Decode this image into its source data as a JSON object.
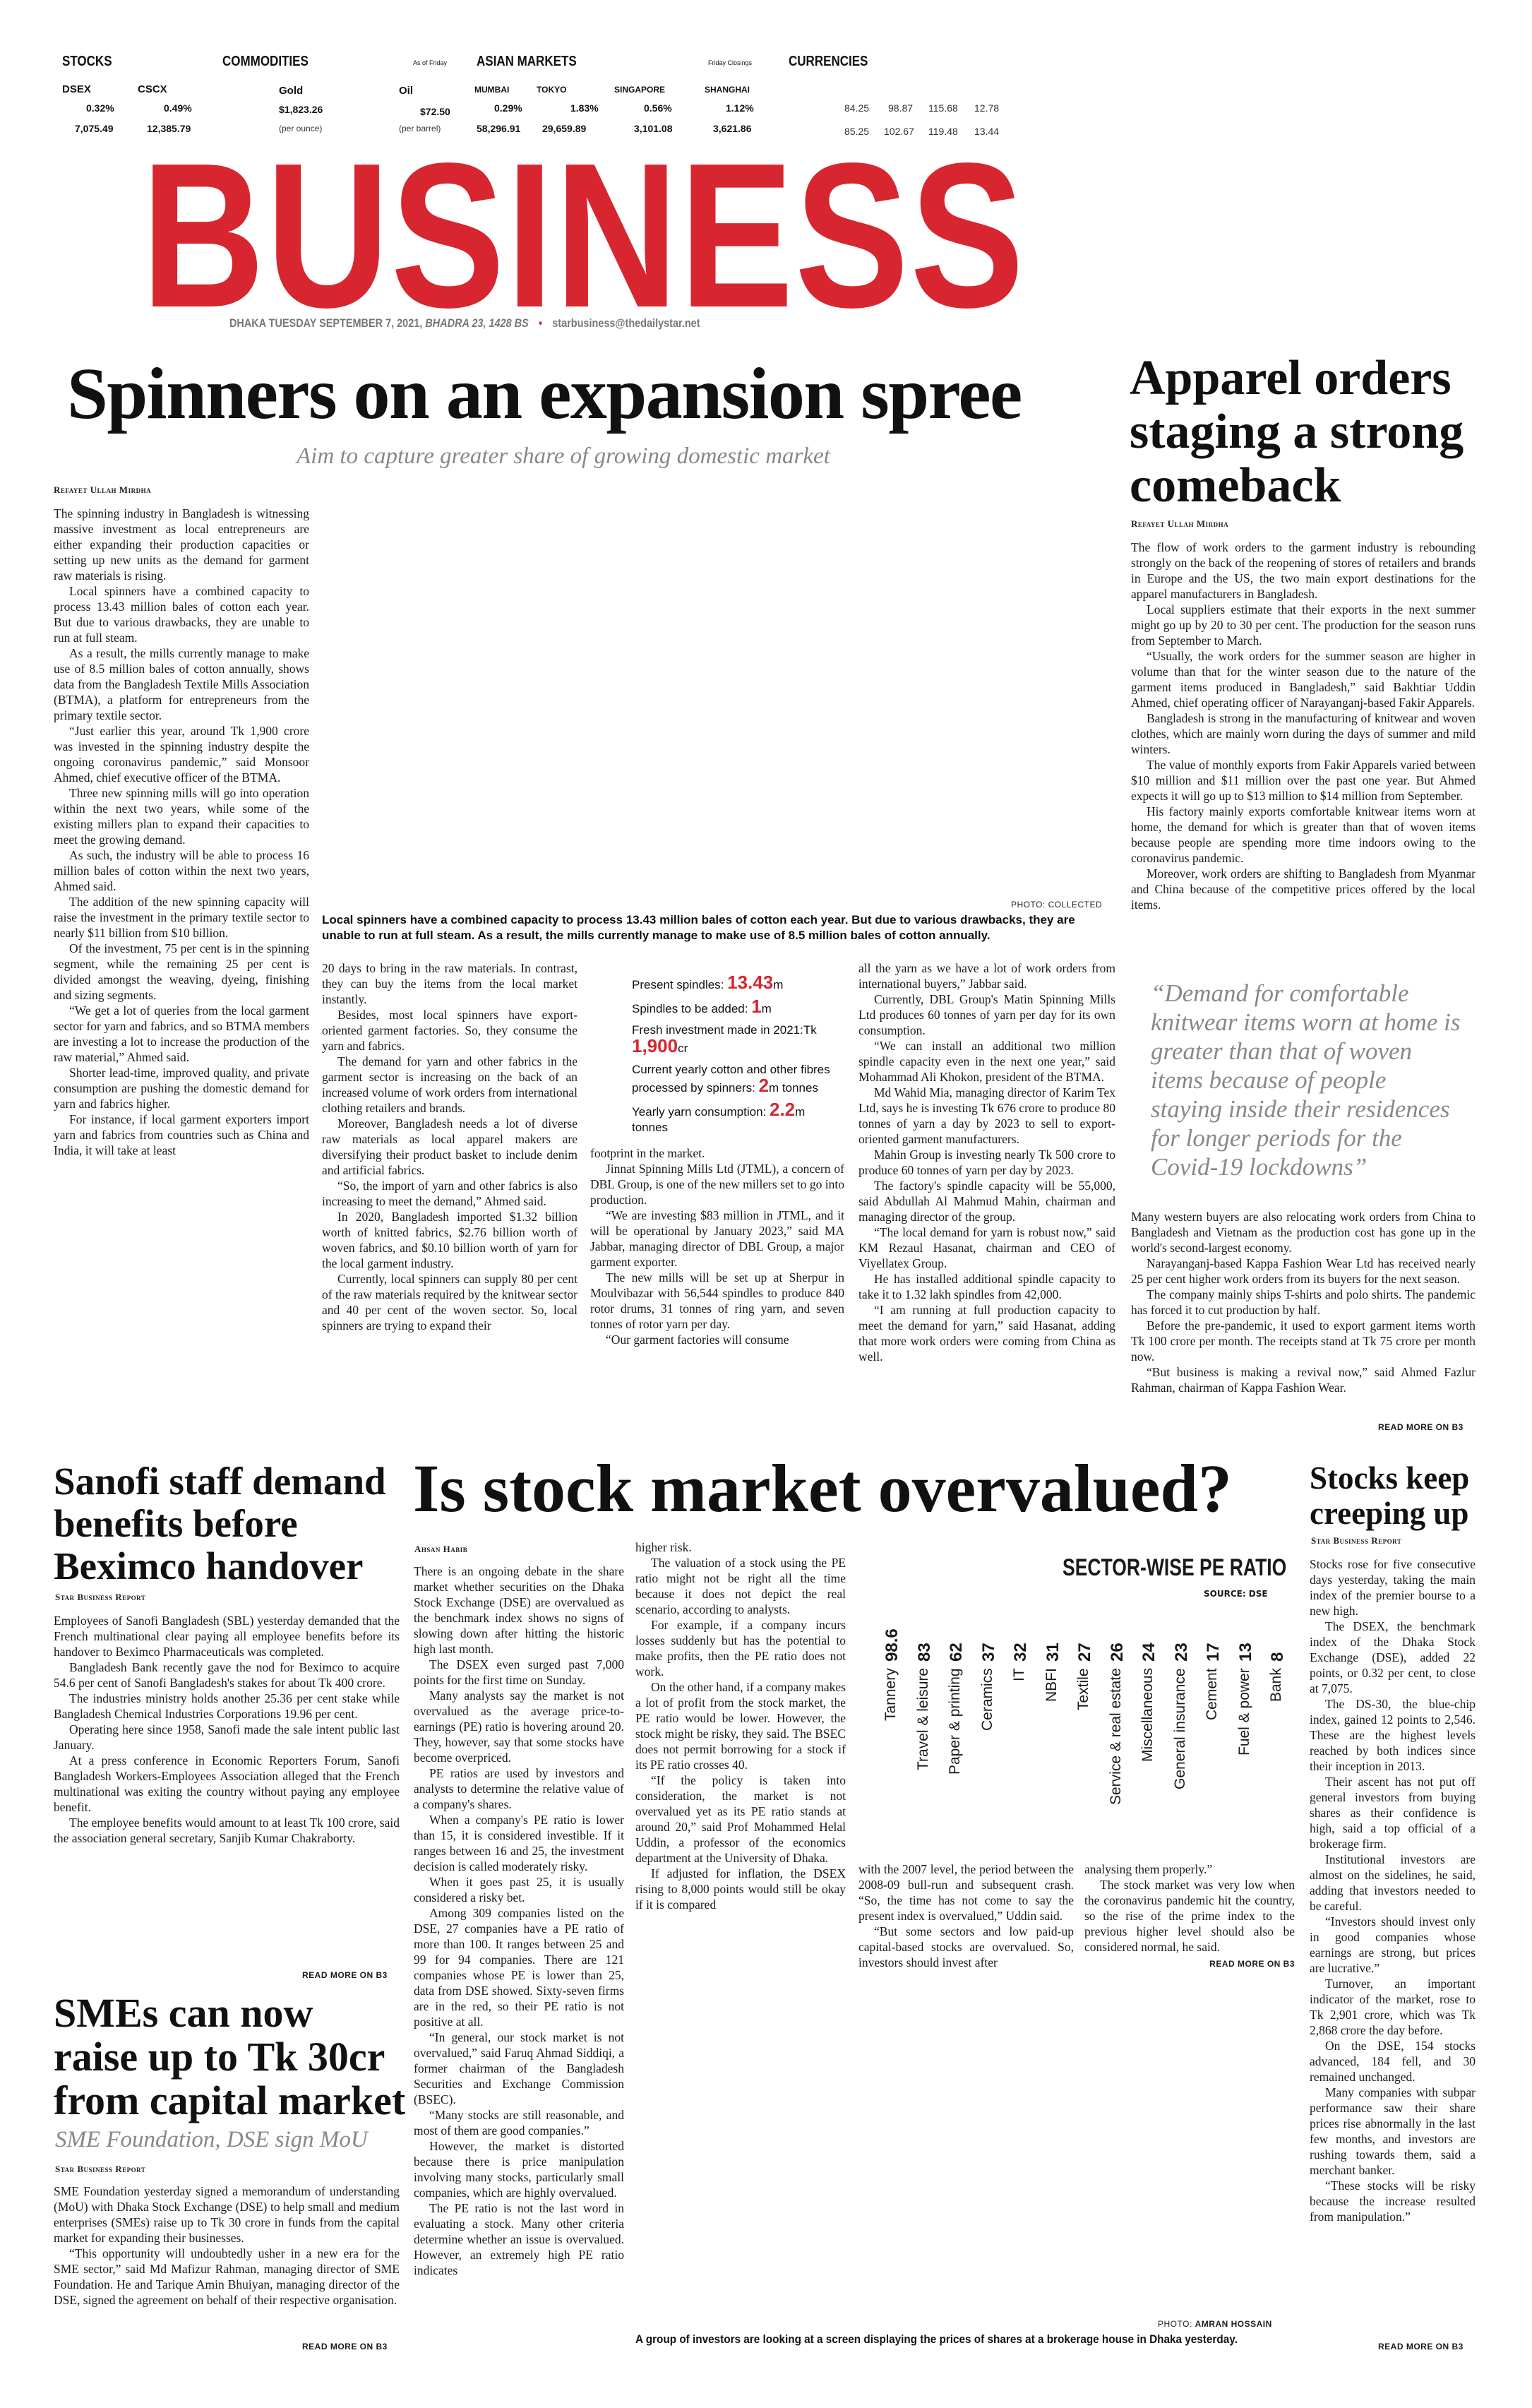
{
  "ticker": {
    "stocks": {
      "title": "STOCKS",
      "items": [
        {
          "name": "DSEX",
          "change": "0.32%",
          "value": "7,075.49"
        },
        {
          "name": "CSCX",
          "change": "0.49%",
          "value": "12,385.79"
        }
      ]
    },
    "commodities": {
      "title": "COMMODITIES",
      "note": "As of Friday",
      "items": [
        {
          "name": "Gold",
          "price": "$1,823.26",
          "unit": "(per ounce)"
        },
        {
          "name": "Oil",
          "price": "$72.50",
          "unit": "(per barrel)"
        }
      ]
    },
    "asian": {
      "title": "ASIAN MARKETS",
      "note": "Friday Closings",
      "items": [
        {
          "name": "MUMBAI",
          "change": "0.29%",
          "value": "58,296.91"
        },
        {
          "name": "TOKYO",
          "change": "1.83%",
          "value": "29,659.89"
        },
        {
          "name": "SINGAPORE",
          "change": "0.56%",
          "value": "3,101.08"
        },
        {
          "name": "SHANGHAI",
          "change": "1.12%",
          "value": "3,621.86"
        }
      ]
    },
    "currencies": {
      "title": "CURRENCIES",
      "row1": [
        "84.25",
        "98.87",
        "115.68",
        "12.78"
      ],
      "row2": [
        "85.25",
        "102.67",
        "119.48",
        "13.44"
      ]
    }
  },
  "masthead": {
    "title": "BUSINESS",
    "date": "DHAKA TUESDAY SEPTEMBER 7, 2021,",
    "bangla": "BHADRA 23, 1428 BS",
    "email": "starbusiness@thedailystar.net",
    "accent": "#d7262f"
  },
  "spinners": {
    "headline": "Spinners on an expansion spree",
    "subhead": "Aim to capture greater share of growing domestic market",
    "byline": "Refayet Ullah Mirdha",
    "photo_credit": "PHOTO: COLLECTED",
    "caption": "Local spinners have a combined capacity to process 13.43 million bales of cotton each year. But due to various drawbacks, they are unable to run at full steam. As a result, the mills currently manage to make use of 8.5 million bales of cotton annually.",
    "col1": [
      "The spinning industry in Bangladesh is witnessing massive investment as local entrepreneurs are either expanding their production capacities or setting up new units as the demand for garment raw materials is rising.",
      "Local spinners have a combined capacity to process 13.43 million bales of cotton each year. But due to various drawbacks, they are unable to run at full steam.",
      "As a result, the mills currently manage to make use of 8.5 million bales of cotton annually, shows data from the Bangladesh Textile Mills Association (BTMA), a platform for entrepreneurs from the primary textile sector.",
      "“Just earlier this year, around Tk 1,900 crore was invested in the spinning industry despite the ongoing coronavirus pandemic,” said Monsoor Ahmed, chief executive officer of the BTMA.",
      "Three new spinning mills will go into operation within the next two years, while some of the existing millers plan to expand their capacities to meet the growing demand.",
      "As such, the industry will be able to process 16 million bales of cotton within the next two years, Ahmed said.",
      "The addition of the new spinning capacity will raise the investment in the primary textile sector to nearly $11 billion from $10 billion.",
      "Of the investment, 75 per cent is in the spinning segment, while the remaining 25 per cent is divided amongst the weaving, dyeing, finishing and sizing segments.",
      "“We get a lot of queries from the local garment sector for yarn and fabrics, and so BTMA members are investing a lot to increase the production of the raw material,” Ahmed said.",
      "Shorter lead-time, improved quality, and private consumption are pushing the domestic demand for yarn and fabrics higher.",
      "For instance, if local garment exporters import yarn and fabrics from countries such as China and India, it will take at least"
    ],
    "col2": [
      "20 days to bring in the raw materials. In contrast, they can buy the items from the local market instantly.",
      "Besides, most local spinners have export-oriented garment factories. So, they consume the yarn and fabrics.",
      "The demand for yarn and other fabrics in the garment sector is increasing on the back of an increased volume of work orders from international clothing retailers and brands.",
      "Moreover, Bangladesh needs a lot of diverse raw materials as local apparel makers are diversifying their product basket to include denim and artificial fabrics.",
      "“So, the import of yarn and other fabrics is also increasing to meet the demand,” Ahmed said.",
      "In 2020, Bangladesh imported $1.32 billion worth of knitted fabrics, $2.76 billion worth of woven fabrics, and $0.10 billion worth of yarn for the local garment industry.",
      "Currently, local spinners can supply 80 per cent of the raw materials required by the knitwear sector and 40 per cent of the woven sector. So, local spinners are trying to expand their"
    ],
    "col3": [
      "footprint in the market.",
      "Jinnat Spinning Mills Ltd (JTML), a concern of DBL Group, is one of the new millers set to go into production.",
      "“We are investing $83 million in JTML, and it will be operational by January 2023,” said MA Jabbar, managing director of DBL Group, a major garment exporter.",
      "The new mills will be set up at Sherpur in Moulvibazar with 56,544 spindles to produce 840 rotor drums, 31 tonnes of ring yarn, and seven tonnes of rotor yarn per day.",
      "“Our garment factories will consume"
    ],
    "col4": [
      "all the yarn as we have a lot of work orders from international buyers,” Jabbar said.",
      "Currently, DBL Group's Matin Spinning Mills Ltd produces 60 tonnes of yarn per day for its own consumption.",
      "“We can install an additional two million spindle capacity even in the next one year,” said Mohammad Ali Khokon, president of the BTMA.",
      "Md Wahid Mia, managing director of Karim Tex Ltd, says he is investing Tk 676 crore to produce 80 tonnes of yarn a day by 2023 to sell to export-oriented garment manufacturers.",
      "Mahin Group is investing nearly Tk 500 crore to produce 60 tonnes of yarn per day by 2023.",
      "The factory's spindle capacity will be 55,000, said Abdullah Al Mahmud Mahin, chairman and managing director of the group.",
      "“The local demand for yarn is robust now,” said KM Rezaul Hasanat, chairman and CEO of Viyellatex Group.",
      "He has installed additional spindle capacity to take it to 1.32 lakh spindles from 42,000.",
      "“I am running at full production capacity to meet the demand for yarn,” said Hasanat, adding that more work orders were coming from China as well."
    ],
    "facts": [
      {
        "label": "Present spindles:",
        "value": "13.43",
        "unit": "m"
      },
      {
        "label": "Spindles to be added:",
        "value": "1",
        "unit": "m"
      },
      {
        "label": "Fresh investment made in 2021:Tk",
        "value": "1,900",
        "unit": "cr"
      },
      {
        "label": "Current yearly cotton and other fibres processed by spinners:",
        "value": "2",
        "unit": "m tonnes"
      },
      {
        "label": "Yearly yarn consumption:",
        "value": "2.2",
        "unit": "m tonnes"
      }
    ]
  },
  "apparel": {
    "headline": "Apparel orders staging a strong comeback",
    "byline": "Refayet Ullah Mirdha",
    "col1": [
      "The flow of work orders to the garment industry is rebounding strongly on the back of the reopening of stores of retailers and brands in Europe and the US, the two main export destinations for the apparel manufacturers in Bangladesh.",
      "Local suppliers estimate that their exports in the next summer might go up by 20 to 30 per cent. The production for the season runs from September to March.",
      "“Usually, the work orders for the summer season are higher in volume than that for the winter season due to the nature of the garment items produced in Bangladesh,” said Bakhtiar Uddin Ahmed, chief operating officer of Narayanganj-based Fakir Apparels.",
      "Bangladesh is strong in the manufacturing of knitwear and woven clothes, which are mainly worn during the days of summer and mild winters.",
      "The value of monthly exports from Fakir Apparels varied between $10 million and $11 million over the past one year. But Ahmed expects it will go up to $13 million to $14 million from September.",
      "His factory mainly exports comfortable knitwear items worn at home, the demand for which is greater than that of woven items because people are spending more time indoors owing to the coronavirus pandemic.",
      "Moreover, work orders are shifting to Bangladesh from Myanmar and China because of the competitive prices offered by the local items."
    ],
    "quote": "“Demand for comfortable knitwear items worn at home is greater than that of woven items because of people staying inside their residences for longer periods for the Covid-19 lockdowns”",
    "col2": [
      "Many western buyers are also relocating work orders from China to Bangladesh and Vietnam as the production cost has gone up in the world's second-largest economy.",
      "Narayanganj-based Kappa Fashion Wear Ltd has received nearly 25 per cent higher work orders from its buyers for the next season.",
      "The company mainly ships T-shirts and polo shirts. The pandemic has forced it to cut production by half.",
      "Before the pre-pandemic, it used to export garment items worth Tk 100 crore per month. The receipts stand at Tk 75 crore per month now.",
      "“But business is making a revival now,” said Ahmed Fazlur Rahman, chairman of Kappa Fashion Wear."
    ],
    "read_more": "READ MORE ON B3"
  },
  "sanofi": {
    "headline": "Sanofi staff demand benefits before Beximco handover",
    "byline": "Star Business Report",
    "body": [
      "Employees of Sanofi Bangladesh (SBL) yesterday demanded that the French multinational clear paying all employee benefits before its handover to Beximco Pharmaceuticals was completed.",
      "Bangladesh Bank recently gave the nod for Beximco to acquire 54.6 per cent of Sanofi Bangladesh's stakes for about Tk 400 crore.",
      "The industries ministry holds another 25.36 per cent stake while Bangladesh Chemical Industries Corporations 19.96 per cent.",
      "Operating here since 1958, Sanofi made the sale intent public last January.",
      "At a press conference in Economic Reporters Forum, Sanofi Bangladesh Workers-Employees Association alleged that the French multinational was exiting the country without paying any employee benefit.",
      "The employee benefits would amount to at least Tk 100 crore, said the association general secretary, Sanjib Kumar Chakraborty."
    ],
    "read_more": "READ MORE ON B3"
  },
  "sme": {
    "headline": "SMEs can now raise up to Tk 30cr from capital market",
    "subhead": "SME Foundation, DSE sign MoU",
    "byline": "Star Business Report",
    "body": [
      "SME Foundation yesterday signed a memorandum of understanding (MoU) with Dhaka Stock Exchange (DSE) to help small and medium enterprises (SMEs) raise up to Tk 30 crore in funds from the capital market for expanding their businesses.",
      "“This opportunity will undoubtedly usher in a new era for the SME sector,” said Md Mafizur Rahman, managing director of SME Foundation. He and Tarique Amin Bhuiyan, managing director of the DSE, signed the agreement on behalf of their respective organisation."
    ],
    "read_more": "READ MORE ON B3"
  },
  "overvalued": {
    "headline": "Is stock market overvalued?",
    "byline": "Ahsan Habib",
    "col1": [
      "There is an ongoing debate in the share market whether securities on the Dhaka Stock Exchange (DSE) are overvalued as the benchmark index shows no signs of slowing down after hitting the historic high last month.",
      "The DSEX even surged past 7,000 points for the first time on Sunday.",
      "Many analysts say the market is not overvalued as the average price-to-earnings (PE) ratio is hovering around 20. They, however, say that some stocks have become overpriced.",
      "PE ratios are used by investors and analysts to determine the relative value of a company's shares.",
      "When a company's PE ratio is lower than 15, it is considered investible. If it ranges between 16 and 25, the investment decision is called moderately risky.",
      "When it goes past 25, it is usually considered a risky bet.",
      "Among 309 companies listed on the DSE, 27 companies have a PE ratio of more than 100. It ranges between 25 and 99 for 94 companies. There are 121 companies whose PE is lower than 25, data from DSE showed. Sixty-seven firms are in the red, so their PE ratio is not positive at all.",
      "“In general, our stock market is not overvalued,” said Faruq Ahmad Siddiqi, a former chairman of the Bangladesh Securities and Exchange Commission (BSEC).",
      "“Many stocks are still reasonable, and most of them are good companies.”",
      "However, the market is distorted because there is price manipulation involving many stocks, particularly small companies, which are highly overvalued.",
      "The PE ratio is not the last word in evaluating a stock. Many other criteria determine whether an issue is overvalued. However, an extremely high PE ratio indicates"
    ],
    "col2": [
      "higher risk.",
      "The valuation of a stock using the PE ratio might not be right all the time because it does not depict the real scenario, according to analysts.",
      "For example, if a company incurs losses suddenly but has the potential to make profits, then the PE ratio does not work.",
      "On the other hand, if a company makes a lot of profit from the stock market, the PE ratio would be lower. However, the stock might be risky, they said. The BSEC does not permit borrowing for a stock if its PE ratio crosses 40.",
      "“If the policy is taken into consideration, the market is not overvalued yet as its PE ratio stands at around 20,” said Prof Mohammed Helal Uddin, a professor of the economics department at the University of Dhaka.",
      "If adjusted for inflation, the DSEX rising to 8,000 points would still be okay if it is compared"
    ],
    "col3": [
      "with the 2007 level, the period between the 2008-09 bull-run and subsequent crash. “So, the time has not come to say the present index is overvalued,” Uddin said.",
      "“But some sectors and low paid-up capital-based stocks are overvalued. So, investors should invest after"
    ],
    "col4": [
      "analysing them properly.”",
      "The stock market was very low when the coronavirus pandemic hit the country, so the rise of the prime index to the previous higher level should also be considered normal, he said."
    ],
    "read_more": "READ MORE ON B3",
    "photo_label": "PHOTO:",
    "photo_credit": "AMRAN HOSSAIN",
    "caption": "A group of investors are looking at a screen displaying the prices of shares at a brokerage house in Dhaka yesterday."
  },
  "chart_data": {
    "type": "bar",
    "title": "SECTOR-WISE PE RATIO",
    "source": "SOURCE: DSE",
    "categories": [
      "Tannery",
      "Travel & leisure",
      "Paper & printing",
      "Ceramics",
      "IT",
      "NBFI",
      "Textile",
      "Service & real estate",
      "Miscellaneous",
      "General insurance",
      "Cement",
      "Fuel & power",
      "Bank"
    ],
    "values": [
      98.6,
      83,
      62,
      37,
      32,
      31,
      27,
      26,
      24,
      23,
      17,
      13,
      8
    ],
    "labels": [
      "98.6",
      "83",
      "62",
      "37",
      "32",
      "31",
      "27",
      "26",
      "24",
      "23",
      "17",
      "13",
      "8"
    ]
  },
  "stocks": {
    "headline": "Stocks keep creeping up",
    "byline": "Star Business Report",
    "body": [
      "Stocks rose for five consecutive days yesterday, taking the main index of the premier bourse to a new high.",
      "The DSEX, the benchmark index of the Dhaka Stock Exchange (DSE), added 22 points, or 0.32 per cent, to close at 7,075.",
      "The DS-30, the blue-chip index, gained 12 points to 2,546. These are the highest levels reached by both indices since their inception in 2013.",
      "Their ascent has not put off general investors from buying shares as their confidence is high, said a top official of a brokerage firm.",
      "Institutional investors are almost on the sidelines, he said, adding that investors needed to be careful.",
      "“Investors should invest only in good companies whose earnings are strong, but prices are lucrative.”",
      "Turnover, an important indicator of the market, rose to Tk 2,901 crore, which was Tk 2,868 crore the day before.",
      "On the DSE, 154 stocks advanced, 184 fell, and 30 remained unchanged.",
      "Many companies with subpar performance saw their share prices rise abnormally in the last few months, and investors are rushing towards them, said a merchant banker.",
      "“These stocks will be risky because the increase resulted from manipulation.”"
    ],
    "read_more": "READ MORE ON B3"
  }
}
